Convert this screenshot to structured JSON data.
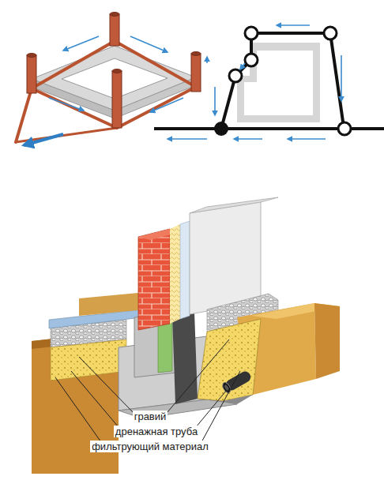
{
  "diagram": {
    "labels": [
      "гравий",
      "дренажная труба",
      "фильтрующий материал"
    ]
  }
}
